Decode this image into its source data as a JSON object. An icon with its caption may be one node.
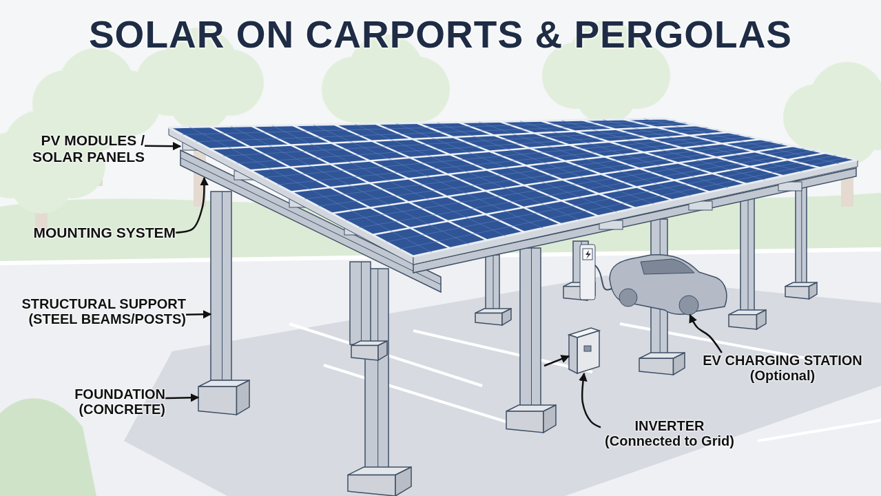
{
  "diagram": {
    "title": "SOLAR ON CARPORTS & PERGOLAS",
    "nodes": [
      {
        "text": [
          "PV MODULES / SOLAR PANELS"
        ]
      },
      {
        "text": [],
        "shape": "picture"
      },
      {
        "text": [
          "MOUNTING SYSTEM"
        ]
      },
      {
        "text": [],
        "shape": "picture"
      },
      {
        "text": [
          "STRUCTURAL SUPPORT",
          "(STEEL BEAMS/POSTS)"
        ]
      },
      {
        "text": [],
        "shape": "picture"
      },
      {
        "text": [
          "FOUNDATION",
          "(CONCRETE)"
        ]
      },
      {
        "text": [],
        "shape": "box"
      },
      {
        "text": [
          "INVERTER",
          "(Connected to Grid)"
        ]
      },
      {
        "text": [],
        "shape": "picture"
      },
      {
        "text": [
          "EV CHARGING STATION",
          "(Optional)"
        ]
      },
      {
        "text": [],
        "shape": "picture"
      }
    ],
    "edges": [
      {
        "from": 0,
        "to": 1,
        "arrow": "to"
      },
      {
        "from": 2,
        "to": 3,
        "arrow": "to"
      },
      {
        "from": 4,
        "to": 5,
        "arrow": "to"
      },
      {
        "from": 6,
        "to": 7,
        "arrow": "to"
      },
      {
        "from": 8,
        "to": 9,
        "arrow": "to"
      },
      {
        "from": 10,
        "to": 11,
        "arrow": "to"
      },
      {
        "from": null,
        "to": 9,
        "arrow": "to"
      }
    ]
  }
}
